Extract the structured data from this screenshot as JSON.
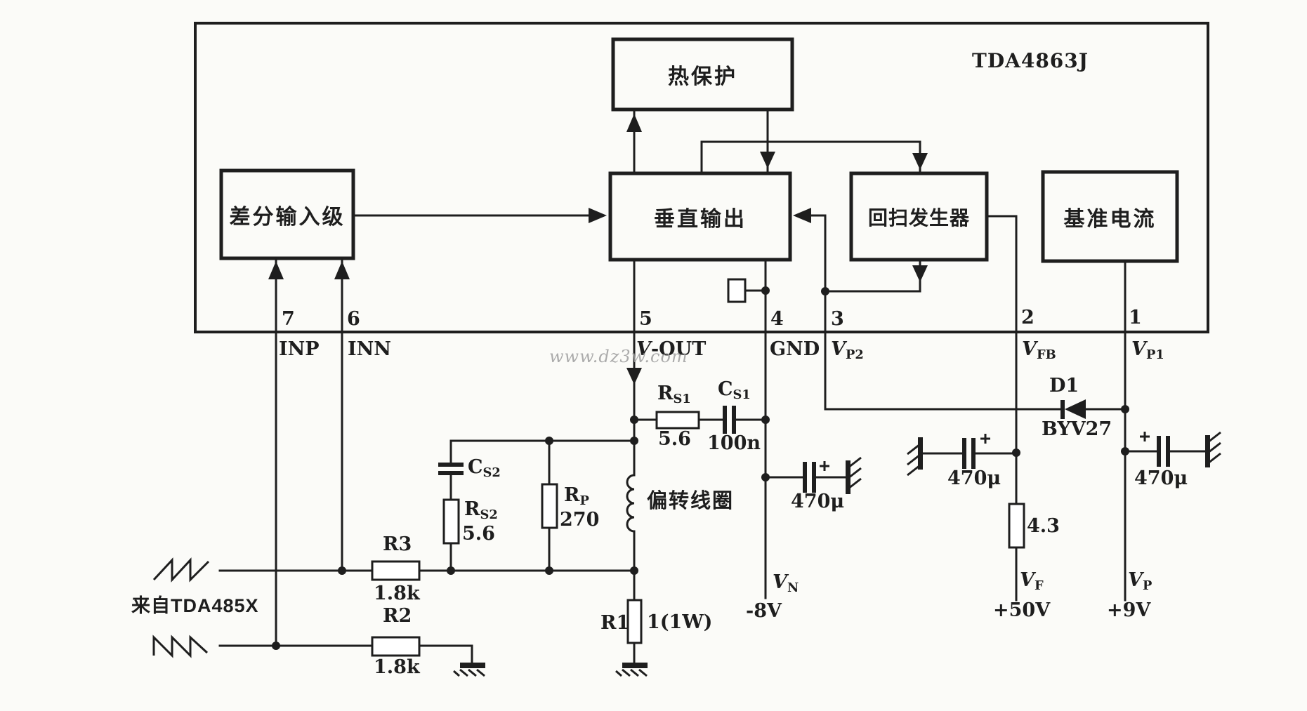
{
  "chip": {
    "part_number": "TDA4863J"
  },
  "watermark": "www.dz3w.com",
  "source_note": "来自TDA485X",
  "blocks": {
    "diff_input": {
      "label": "差分输入级"
    },
    "thermal": {
      "label": "热保护"
    },
    "vertical_output": {
      "label": "垂直输出"
    },
    "flyback_generator": {
      "label": "回扫发生器"
    },
    "reference_current": {
      "label": "基准电流"
    }
  },
  "pins": {
    "pin7": {
      "number": "7",
      "name": "INP"
    },
    "pin6": {
      "number": "6",
      "name": "INN"
    },
    "pin5": {
      "number": "5",
      "name_base": "V",
      "name_rest": "-OUT"
    },
    "pin4": {
      "number": "4",
      "name": "GND"
    },
    "pin3": {
      "number": "3",
      "name_base": "V",
      "name_sub": "P2"
    },
    "pin2": {
      "number": "2",
      "name_base": "V",
      "name_sub": "FB"
    },
    "pin1": {
      "number": "1",
      "name_base": "V",
      "name_sub": "P1"
    }
  },
  "components": {
    "rs1": {
      "ref_base": "R",
      "ref_sub": "S1",
      "value": "5.6"
    },
    "cs1": {
      "ref_base": "C",
      "ref_sub": "S1",
      "value": "100n"
    },
    "cs2": {
      "ref_base": "C",
      "ref_sub": "S2"
    },
    "rs2": {
      "ref_base": "R",
      "ref_sub": "S2",
      "value": "5.6"
    },
    "rp": {
      "ref_base": "R",
      "ref_sub": "P",
      "value": "270"
    },
    "r3": {
      "ref": "R3",
      "value": "1.8k"
    },
    "r2": {
      "ref": "R2",
      "value": "1.8k"
    },
    "r1": {
      "ref": "R1",
      "value": "1(1W)"
    },
    "r_fb": {
      "value": "4.3"
    },
    "d1": {
      "ref": "D1",
      "value": "BYV27"
    },
    "c_gnd": {
      "value": "470μ"
    },
    "c_fb": {
      "value": "470μ"
    },
    "c_vp": {
      "value": "470μ"
    },
    "coil": {
      "label": "偏转线圈"
    }
  },
  "rails": {
    "vn": {
      "base": "V",
      "sub": "N",
      "value": "-8V"
    },
    "vf": {
      "base": "V",
      "sub": "F",
      "value": "+50V"
    },
    "vp": {
      "base": "V",
      "sub": "P",
      "value": "+9V"
    }
  },
  "colors": {
    "ink": "#1e1e1e",
    "paper": "#fbfbf8",
    "watermark": "#9e9e9e"
  }
}
